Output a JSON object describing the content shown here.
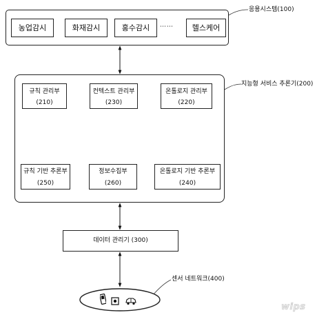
{
  "app_system": {
    "label": "응용시스템(100)",
    "items": [
      "농업감시",
      "화재감시",
      "홍수감시",
      "헬스케어"
    ],
    "ellipsis": "⋯⋯"
  },
  "reasoner": {
    "label": "지능형 서비스 추론기(200)",
    "rule_manager": {
      "name": "규칙 관리부",
      "code": "(210)"
    },
    "context_manager": {
      "name": "컨텍스트 관리부",
      "code": "(230)"
    },
    "ontology_manager": {
      "name": "온톨로지 관리부",
      "code": "(220)"
    },
    "rule_reasoner": {
      "name": "규칙 기반 추론부",
      "code": "(250)"
    },
    "info_collector": {
      "name": "정보수집부",
      "code": "(260)"
    },
    "ontology_reasoner": {
      "name": "온톨로지 기반 추론부",
      "code": "(240)"
    }
  },
  "data_manager": {
    "label": "데이터 관리기 (300)"
  },
  "sensor_network": {
    "label": "센서 네트워크(400)",
    "icons": [
      "phone-icon",
      "camera-icon",
      "car-icon"
    ]
  },
  "watermark": {
    "text": "WIPS"
  }
}
